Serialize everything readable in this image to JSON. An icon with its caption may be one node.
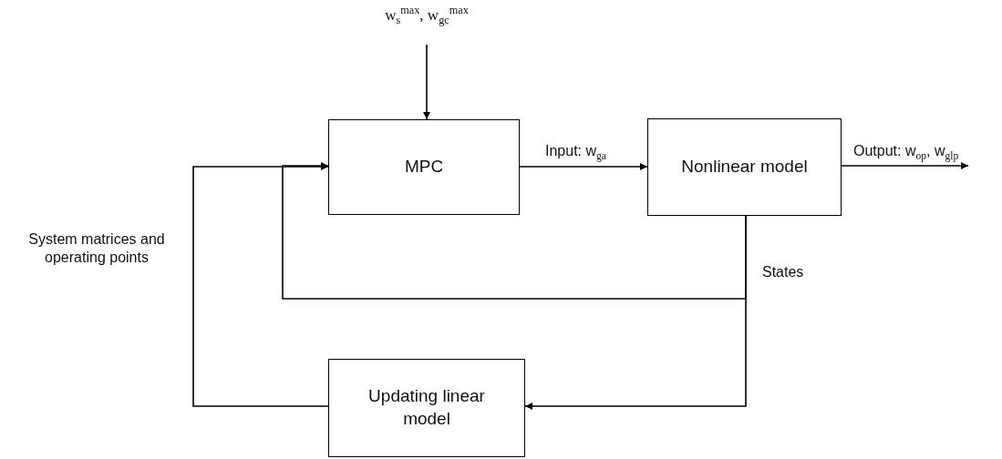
{
  "diagram": {
    "nodes": [
      {
        "text": [
          "w$_{s}$$^{max}$, w$_{gc}$$^{max}$"
        ]
      },
      {
        "text": [
          "MPC"
        ]
      },
      {
        "text": [
          "Nonlinear model"
        ]
      },
      {
        "text": [
          "Updating linear model"
        ]
      }
    ],
    "edges": [
      {
        "from": 0,
        "to": 1,
        "arrow": "to"
      },
      {
        "from": 1,
        "to": 2,
        "arrow": "to",
        "label": "Input: w$_{ga}$"
      },
      {
        "from": 2,
        "to": null,
        "arrow": "to",
        "label": "Output: w$_{op}$, w$_{glp}$"
      },
      {
        "from": 2,
        "to": 3,
        "arrow": "to",
        "label": "States"
      },
      {
        "from": 2,
        "to": 1,
        "arrow": "to"
      },
      {
        "from": 3,
        "to": 1,
        "arrow": "to",
        "label": "System matrices and operating points"
      }
    ]
  }
}
